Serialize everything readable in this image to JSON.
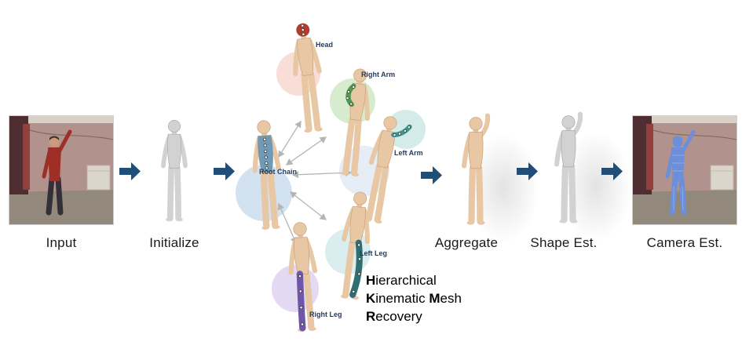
{
  "diagram_title": "Hierarchical Kinematic Mesh Recovery",
  "stages": [
    {
      "label": "Input"
    },
    {
      "label": "Initialize"
    },
    {
      "label": "Aggregate"
    },
    {
      "label": "Shape Est."
    },
    {
      "label": "Camera Est."
    }
  ],
  "chains": [
    {
      "label": "Head",
      "color": "#b23a2e",
      "soft": "rgba(235,160,140,0.35)"
    },
    {
      "label": "Right Arm",
      "color": "#4e9a4e",
      "soft": "rgba(150,205,130,0.38)"
    },
    {
      "label": "Left Arm",
      "color": "#3a9a93",
      "soft": "rgba(140,205,200,0.38)"
    },
    {
      "label": "Root Chain",
      "color": "#6e9ab5",
      "soft": "rgba(150,185,220,0.42)"
    },
    {
      "label": "Left Leg",
      "color": "#2e6f72",
      "soft": "rgba(140,200,205,0.32)"
    },
    {
      "label": "Right Leg",
      "color": "#6f56a8",
      "soft": "rgba(190,165,225,0.42)"
    }
  ],
  "title_lines": [
    "Hierarchical",
    "Kinematic Mesh",
    "Recovery"
  ],
  "colors": {
    "flow_arrow": "#1F4E79",
    "chain_label_text": "#1F3A5F",
    "stage_label_text": "#1a1a1a",
    "mesh_skin": "#e8c7a4",
    "mesh_gray": "#d2d2d2",
    "camera_mesh": "#6d8ed8"
  }
}
